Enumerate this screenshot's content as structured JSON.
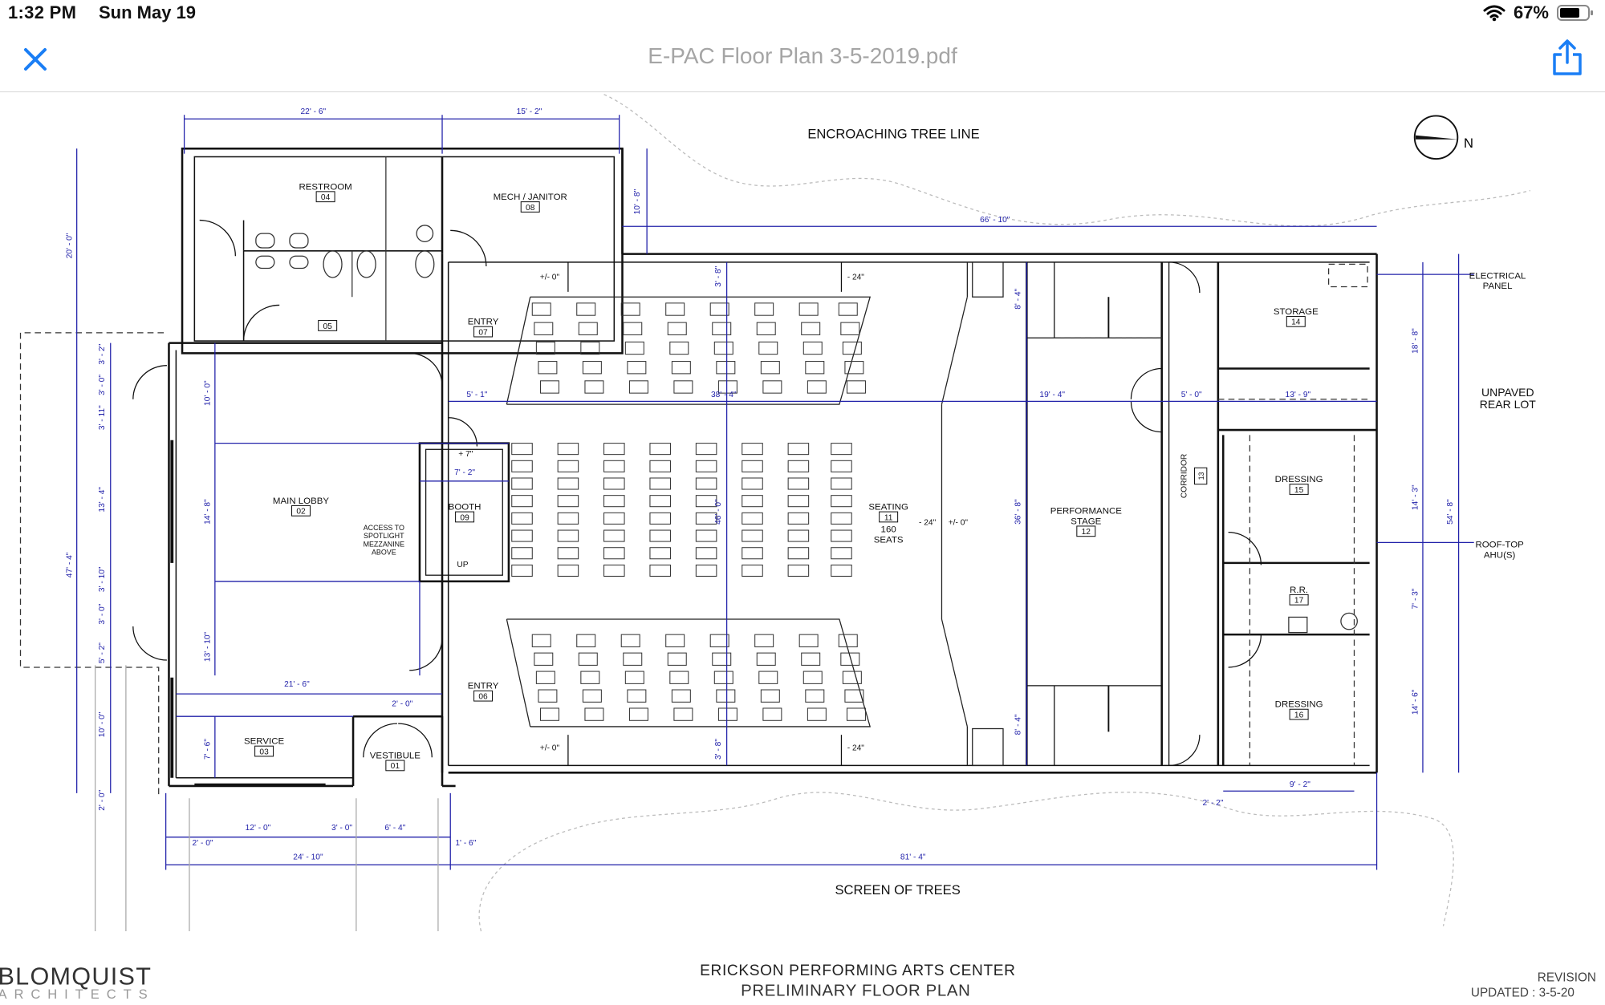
{
  "status_bar": {
    "time": "1:32 PM",
    "date": "Sun May 19",
    "battery": "67%"
  },
  "nav": {
    "title": "E-PAC Floor Plan 3-5-2019.pdf",
    "close_icon": "close-icon",
    "share_icon": "share-icon"
  },
  "colors": {
    "accent": "#1a7ef5",
    "dimension": "#2222aa",
    "wall": "#111111"
  },
  "plan": {
    "top_label": "ENCROACHING TREE LINE",
    "bottom_label": "SCREEN OF TREES",
    "rear_label": [
      "UNPAVED",
      "REAR LOT"
    ],
    "north": "N",
    "electrical": [
      "ELECTRICAL",
      "PANEL"
    ],
    "ahu": [
      "ROOF-TOP",
      "AHU(S)"
    ],
    "spotlight": [
      "ACCESS TO",
      "SPOTLIGHT",
      "MEZZANINE",
      "ABOVE"
    ],
    "up": "UP",
    "rooms": [
      {
        "name": "RESTROOM",
        "num": "04"
      },
      {
        "name": "",
        "num": "05"
      },
      {
        "name": "MECH / JANITOR",
        "num": "08"
      },
      {
        "name": "ENTRY",
        "num": "07"
      },
      {
        "name": "MAIN LOBBY",
        "num": "02"
      },
      {
        "name": "BOOTH",
        "num": "09"
      },
      {
        "name": "SEATING",
        "num": "11",
        "extra": [
          "160",
          "SEATS"
        ]
      },
      {
        "name": "PERFORMANCE",
        "name2": "STAGE",
        "num": "12"
      },
      {
        "name": "CORRIDOR",
        "num": "13"
      },
      {
        "name": "STORAGE",
        "num": "14"
      },
      {
        "name": "DRESSING",
        "num": "15"
      },
      {
        "name": "R.R.",
        "num": "17"
      },
      {
        "name": "DRESSING",
        "num": "16"
      },
      {
        "name": "ENTRY",
        "num": "06"
      },
      {
        "name": "SERVICE",
        "num": "03"
      },
      {
        "name": "VESTIBULE",
        "num": "01"
      }
    ],
    "elevations": [
      "+/- 0\"",
      "- 24\"",
      "+/- 0\"",
      "- 24\"",
      "+ 7\"",
      "- 24\"",
      "+/- 0\""
    ],
    "dims": {
      "top_a": "22' - 6\"",
      "top_b": "15' - 2\"",
      "mech_h": "10' - 8\"",
      "overall_top": "66' - 10\"",
      "left_tall": "47' - 4\"",
      "left_20": "20' - 0\"",
      "l1": "3' - 2\"",
      "l2": "3' - 0\"",
      "l3": "3' - 11\"",
      "l4": "13' - 4\"",
      "l5": "3' - 10\"",
      "l6": "3' - 0\"",
      "l7": "5' - 2\"",
      "l8": "10' - 0\"",
      "l9": "2' - 0\"",
      "lobby_a": "10' - 0\"",
      "lobby_b": "14' - 8\"",
      "lobby_c": "13' - 10\"",
      "lobby_w": "21' - 6\"",
      "entry_w": "5' - 1\"",
      "seat_w": "38' - 4\"",
      "seat_a": "3' - 8\"",
      "seat_b": "46' - 0\"",
      "seat_c": "3' - 8\"",
      "booth_w": "7' - 2\"",
      "stage_w": "19' - 4\"",
      "stage_a": "8' - 4\"",
      "stage_b": "36' - 8\"",
      "stage_c": "8' - 4\"",
      "corr_w": "5' - 0\"",
      "stor_w": "13' - 9\"",
      "r_a": "18' - 8\"",
      "r_b": "14' - 3\"",
      "r_c": "7' - 3\"",
      "r_d": "14' - 6\"",
      "r_tall": "54' - 8\"",
      "dress_w": "9' - 2\"",
      "dress_off": "2' - 2\"",
      "serv_h": "7' - 6\"",
      "vest_w": "2' - 0\"",
      "b_a": "12' - 0\"",
      "b_b": "3' - 0\"",
      "b_c": "6' - 4\"",
      "b_d": "2' - 0\"",
      "b_e": "1' - 6\"",
      "b_f": "24' - 10\"",
      "b_g": "81' - 4\""
    }
  },
  "footer": {
    "firm": "BLOMQUIST",
    "firm_sub": "ARCHITECTS",
    "title": "ERICKSON PERFORMING ARTS CENTER",
    "subtitle": "PRELIMINARY FLOOR PLAN",
    "revision": "REVISION",
    "updated": "UPDATED : 3-5-20"
  }
}
